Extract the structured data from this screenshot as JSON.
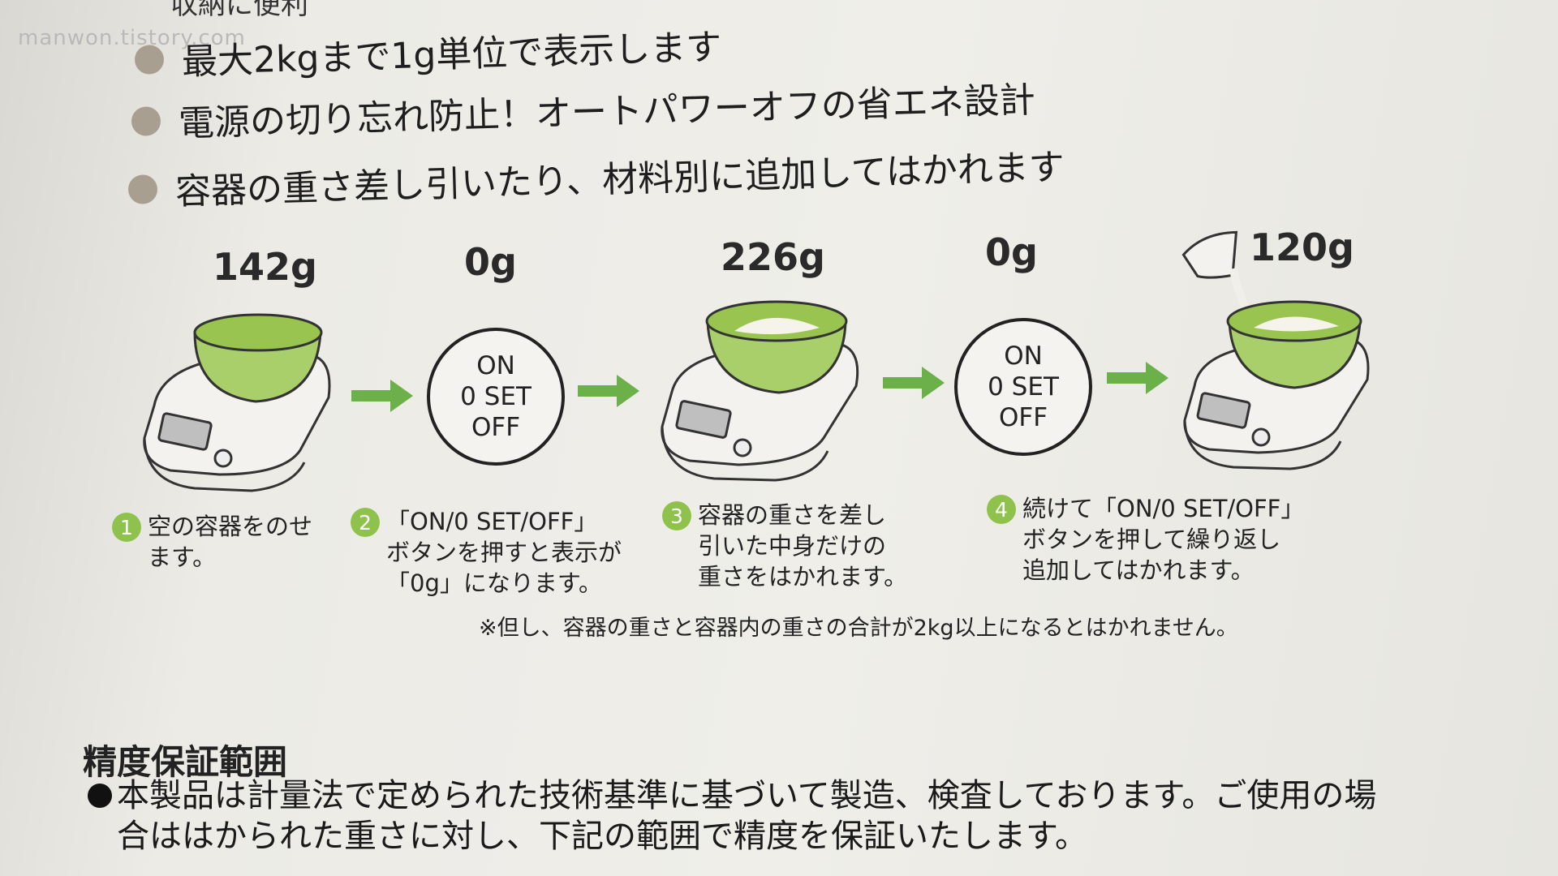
{
  "watermark": "manwon.tistory.com",
  "features": {
    "top_cut": "収納に便利",
    "items": [
      "最大2kgまで1g単位で表示します",
      "電源の切り忘れ防止！オートパワーオフの省エネ設計",
      "容器の重さ差し引いたり、材料別に追加してはかれます"
    ]
  },
  "weights": [
    "142g",
    "0g",
    "226g",
    "0g",
    "120g"
  ],
  "button": {
    "line1": "ON",
    "line2": "0 SET",
    "line3": "OFF"
  },
  "steps": [
    {
      "num": "1",
      "lines": [
        "空の容器をのせ",
        "ます。"
      ]
    },
    {
      "num": "2",
      "lines": [
        "「ON/0 SET/OFF」",
        "ボタンを押すと表示が",
        "「0g」になります。"
      ]
    },
    {
      "num": "3",
      "lines": [
        "容器の重さを差し",
        "引いた中身だけの",
        "重さをはかれます。"
      ]
    },
    {
      "num": "4",
      "lines": [
        "続けて「ON/0 SET/OFF」",
        "ボタンを押して繰り返し",
        "追加してはかれます。"
      ]
    }
  ],
  "note": "※但し、容器の重さと容器内の重さの合計が2kg以上になるとはかれません。",
  "accuracy": {
    "title": "精度保証範囲",
    "lines": [
      "本製品は計量法で定められた技術基準に基づいて製造、検査しております。ご使用の場",
      "合ははかられた重さに対し、下記の範囲で精度を保証いたします。"
    ]
  },
  "colors": {
    "accent_green": "#8fc24d",
    "bowl_green": "#a9cf6a",
    "bullet": "#a89f91",
    "arrow": "#6cb04a"
  }
}
